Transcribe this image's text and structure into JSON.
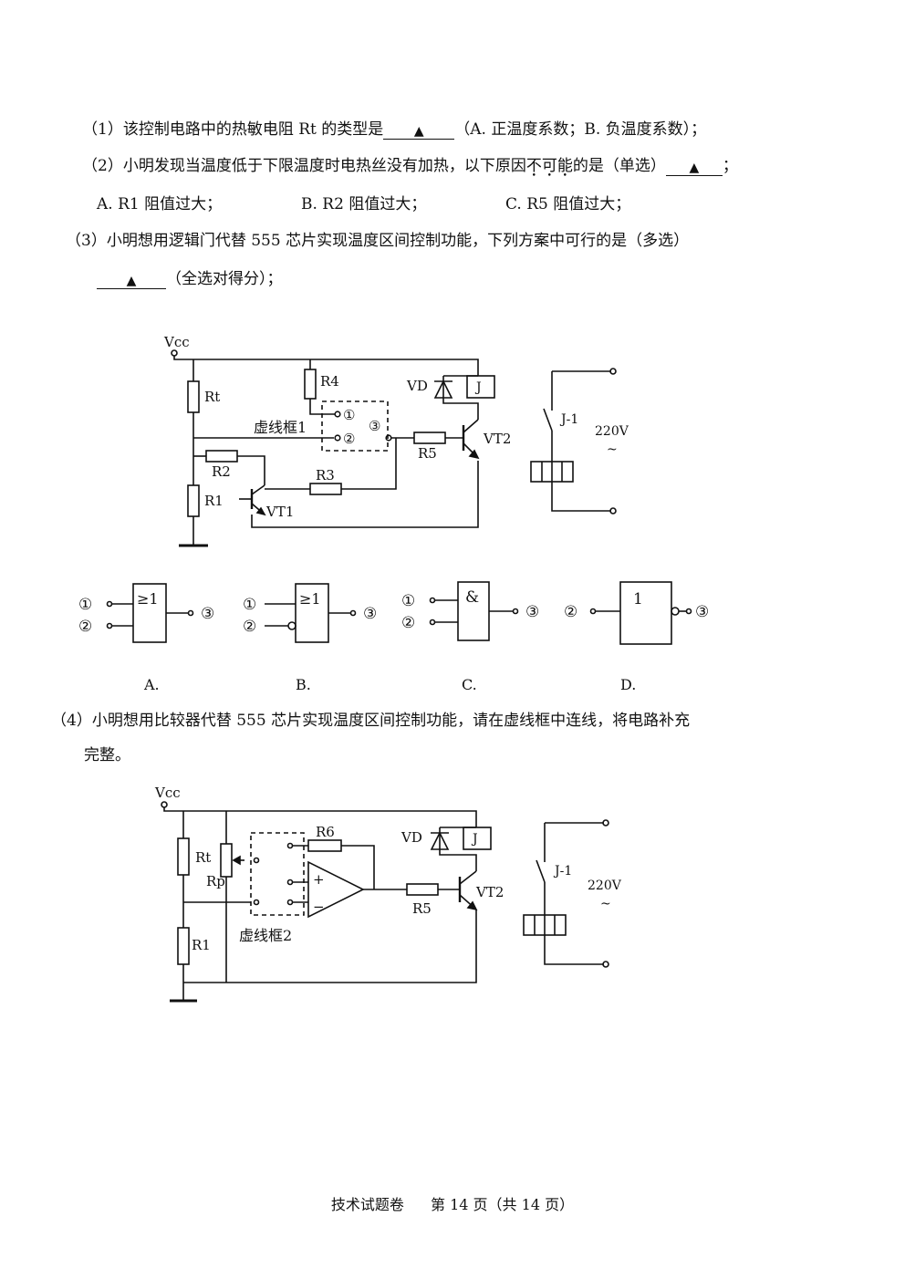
{
  "q1": {
    "text": "（1）该控制电路中的热敏电阻 Rt 的类型是",
    "blank": "▲",
    "rest": "（A. 正温度系数；B. 负温度系数）；"
  },
  "q2": {
    "text_a": "（2）小明发现当温度低于下限温度时电热丝没有加热，以下原因",
    "emph": [
      "不",
      "可",
      "能"
    ],
    "text_b": "的是（单选）",
    "blank": "▲",
    "end": "；",
    "options": [
      "A. R1 阻值过大；",
      "B. R2 阻值过大；",
      "C. R5 阻值过大；"
    ]
  },
  "q3": {
    "text": "（3）小明想用逻辑门代替 555 芯片实现温度区间控制功能，下列方案中可行的是（多选）",
    "blank": "▲",
    "rest": "（全选对得分）；"
  },
  "circuit1": {
    "vcc": "Vcc",
    "rt": "Rt",
    "r4": "R4",
    "r1": "R1",
    "r2": "R2",
    "r3": "R3",
    "r5": "R5",
    "vd": "VD",
    "j": "J",
    "vt1": "VT1",
    "vt2": "VT2",
    "box": "虚线框1",
    "p1": "①",
    "p2": "②",
    "p3": "③",
    "j1": "J-1",
    "ac": "220V",
    "tilde": "~"
  },
  "gates": [
    {
      "letter": "A.",
      "symbol": "≥1",
      "in1": "①",
      "in2": "②",
      "out": "③"
    },
    {
      "letter": "B.",
      "symbol": "≥1",
      "in1": "①",
      "in2": "②",
      "out": "③"
    },
    {
      "letter": "C.",
      "symbol": "&",
      "in1": "①",
      "in2": "②",
      "out": "③"
    },
    {
      "letter": "D.",
      "symbol": "1",
      "in1": "②",
      "out": "③"
    }
  ],
  "q4": {
    "text": "（4）小明想用比较器代替 555 芯片实现温度区间控制功能，请在虚线框中连线，将电路补充",
    "text2": "完整。"
  },
  "circuit2": {
    "vcc": "Vcc",
    "rt": "Rt",
    "rp": "Rp",
    "r1": "R1",
    "r6": "R6",
    "r5": "R5",
    "vd": "VD",
    "j": "J",
    "vt2": "VT2",
    "plus": "+",
    "minus": "−",
    "box": "虚线框2",
    "j1": "J-1",
    "ac": "220V",
    "tilde": "~"
  },
  "footer": {
    "title": "技术试题卷",
    "page": "第 14 页（共 14 页）"
  }
}
